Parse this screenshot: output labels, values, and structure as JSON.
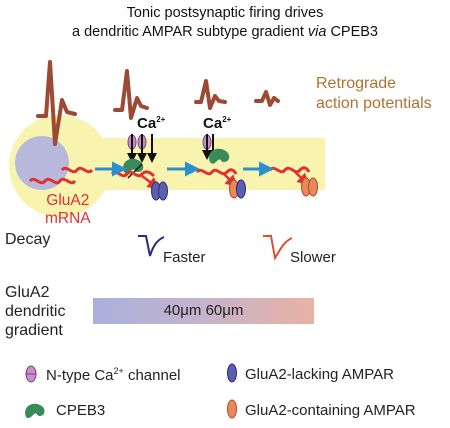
{
  "title": {
    "line1": "Tonic postsynaptic firing drives",
    "line2_prefix": "a dendritic AMPAR subtype gradient ",
    "line2_italic": "via",
    "line2_suffix": " CPEB3"
  },
  "retrograde_label": {
    "line1": "Retrograde",
    "line2": "action potentials"
  },
  "calcium_labels": [
    "Ca",
    "Ca"
  ],
  "calcium_superscript": "2+",
  "mrna_label": {
    "line1": "GluA2",
    "line2": "mRNA"
  },
  "decay": {
    "label": "Decay",
    "faster": "Faster",
    "slower": "Slower"
  },
  "gradient": {
    "label_line1": "GluA2",
    "label_line2": "dendritic",
    "label_line3": "gradient",
    "bar_text": "40μm  60μm"
  },
  "legend": {
    "ca_channel_prefix": "N-type Ca",
    "ca_channel_sup": "2+",
    "ca_channel_suffix": " channel",
    "glua2_lacking": "GluA2-lacking AMPAR",
    "cpeb3": "CPEB3",
    "glua2_containing": "GluA2-containing AMPAR"
  },
  "colors": {
    "soma_outer": "#f8f4b0",
    "soma_nucleus": "#b8b8dc",
    "action_potential": "#9c4a33",
    "retrograde_text": "#b0722e",
    "mrna": "#e03030",
    "arrow": "#2b8fd0",
    "glua2_lacking": "#5a5fb0",
    "glua2_containing": "#e9895a",
    "cpeb3": "#3a8a5a",
    "ca_channel": "#b070b0",
    "faster_trace": "#2a2a8a",
    "slower_trace": "#d95030"
  }
}
